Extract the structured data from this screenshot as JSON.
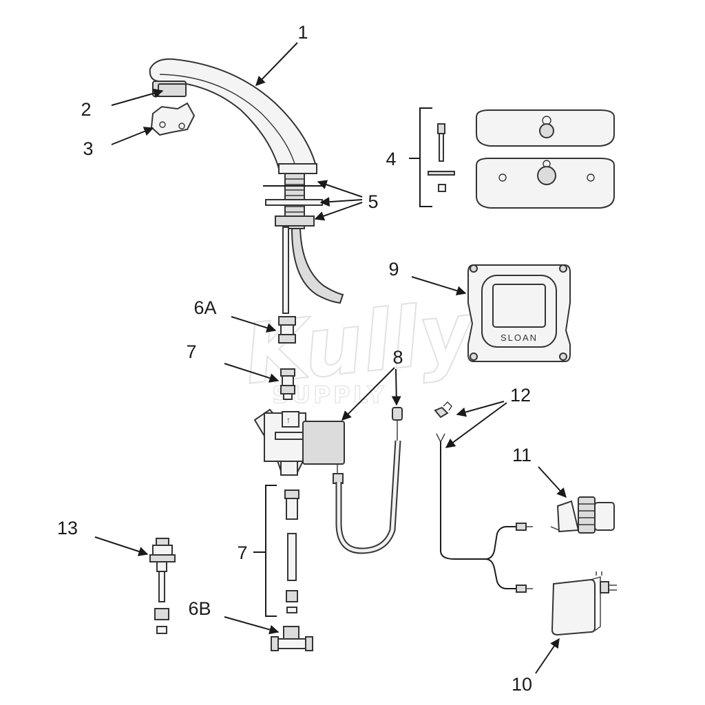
{
  "callouts": {
    "c1": "1",
    "c2": "2",
    "c3": "3",
    "c4": "4",
    "c5": "5",
    "c6a": "6A",
    "c7a": "7",
    "c8": "8",
    "c9": "9",
    "c7b": "7",
    "c6b": "6B",
    "c10": "10",
    "c11": "11",
    "c12": "12",
    "c13": "13"
  },
  "sensor_brand": "SLOAN",
  "watermark": {
    "word": "Kully",
    "sub": "SUPPLY"
  }
}
